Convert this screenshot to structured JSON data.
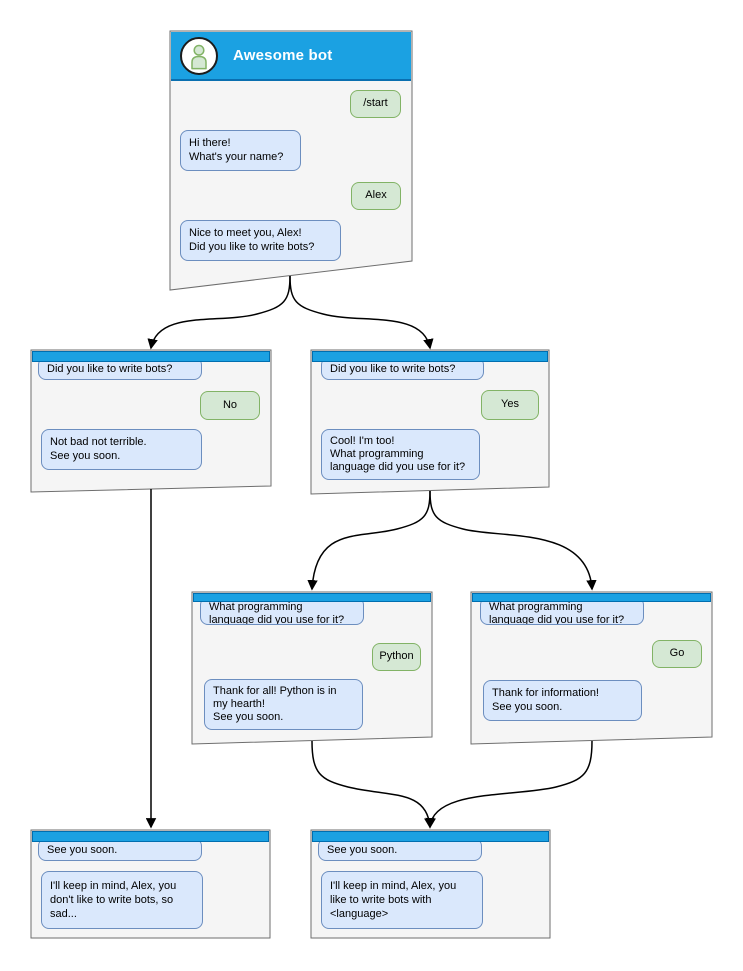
{
  "colors": {
    "titlebar_fill": "#1BA1E2",
    "titlebar_border": "#006EAF",
    "window_fill": "#F5F5F5",
    "window_border": "#6E6E6E",
    "bot_bubble_fill": "#DAE8FC",
    "bot_bubble_border": "#6C8EBF",
    "user_bubble_fill": "#D5E8D4",
    "user_bubble_border": "#82B366",
    "connector": "#000000"
  },
  "windows": [
    {
      "id": "start",
      "title": "Awesome bot",
      "messages": [
        {
          "from": "user",
          "text": "/start"
        },
        {
          "from": "bot",
          "text": "Hi there!\nWhat's your name?"
        },
        {
          "from": "user",
          "text": "Alex"
        },
        {
          "from": "bot",
          "text": "Nice to meet you, Alex!\nDid you like to write bots?"
        }
      ]
    },
    {
      "id": "no-branch",
      "messages": [
        {
          "from": "bot",
          "text": "Did you like to write bots?"
        },
        {
          "from": "user",
          "text": "No"
        },
        {
          "from": "bot",
          "text": "Not bad not terrible.\nSee you soon."
        }
      ]
    },
    {
      "id": "yes-branch",
      "messages": [
        {
          "from": "bot",
          "text": "Did you like to write bots?"
        },
        {
          "from": "user",
          "text": "Yes"
        },
        {
          "from": "bot",
          "text": "Cool! I'm too!\nWhat programming\nlanguage did you use for it?"
        }
      ]
    },
    {
      "id": "python-branch",
      "messages": [
        {
          "from": "bot",
          "text": "What programming\nlanguage did you use for it?"
        },
        {
          "from": "user",
          "text": "Python"
        },
        {
          "from": "bot",
          "text": "Thank for all! Python is in\nmy hearth!\nSee you soon."
        }
      ]
    },
    {
      "id": "go-branch",
      "messages": [
        {
          "from": "bot",
          "text": "What programming\nlanguage did you use for it?"
        },
        {
          "from": "user",
          "text": "Go"
        },
        {
          "from": "bot",
          "text": "Thank for information!\nSee you soon."
        }
      ]
    },
    {
      "id": "end-no",
      "messages": [
        {
          "from": "bot",
          "text": "See you soon."
        },
        {
          "from": "bot",
          "text": "I'll keep in mind, Alex, you\ndon't like to write bots, so\nsad..."
        }
      ]
    },
    {
      "id": "end-yes",
      "messages": [
        {
          "from": "bot",
          "text": "See you soon."
        },
        {
          "from": "bot",
          "text": "I'll keep in mind, Alex, you\nlike to write bots with\n<language>"
        }
      ]
    }
  ],
  "edges": [
    {
      "from": "start",
      "to": "no-branch"
    },
    {
      "from": "start",
      "to": "yes-branch"
    },
    {
      "from": "yes-branch",
      "to": "python-branch"
    },
    {
      "from": "yes-branch",
      "to": "go-branch"
    },
    {
      "from": "no-branch",
      "to": "end-no"
    },
    {
      "from": "python-branch",
      "to": "end-yes"
    },
    {
      "from": "go-branch",
      "to": "end-yes"
    }
  ]
}
